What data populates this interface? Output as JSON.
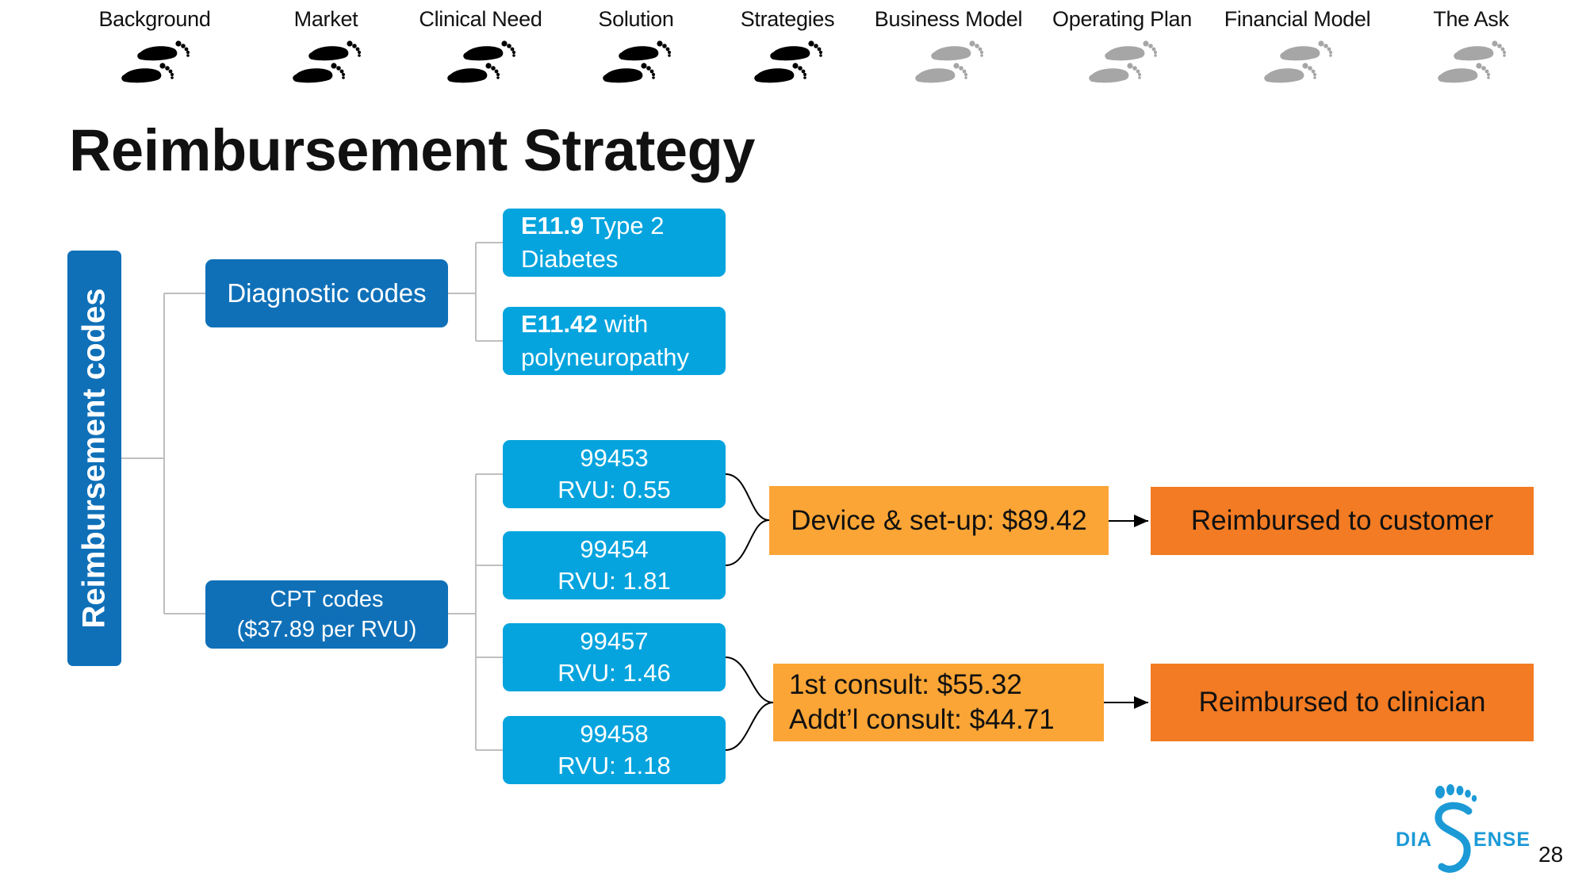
{
  "nav": {
    "steps": [
      {
        "label": "Background",
        "state": "done"
      },
      {
        "label": "Market",
        "state": "done"
      },
      {
        "label": "Clinical Need",
        "state": "done"
      },
      {
        "label": "Solution",
        "state": "done"
      },
      {
        "label": "Strategies",
        "state": "done"
      },
      {
        "label": "Business Model",
        "state": "upcoming"
      },
      {
        "label": "Operating Plan",
        "state": "upcoming"
      },
      {
        "label": "Financial Model",
        "state": "upcoming"
      },
      {
        "label": "The Ask",
        "state": "upcoming"
      }
    ],
    "done_color": "#000000",
    "upcoming_color": "#a6a6a6",
    "icon": "footprints-icon"
  },
  "title": "Reimbursement Strategy",
  "diagram": {
    "root": {
      "label": "Reimbursement codes"
    },
    "diagnostic": {
      "label": "Diagnostic codes",
      "codes": [
        {
          "code": "E11.9",
          "desc_line1": "Type 2",
          "desc_line2": "Diabetes"
        },
        {
          "code": "E11.42",
          "desc_line1": "with",
          "desc_line2": "polyneuropathy"
        }
      ]
    },
    "cpt": {
      "label_line1": "CPT codes",
      "label_line2": "($37.89 per RVU)",
      "codes": [
        {
          "code": "99453",
          "rvu": "RVU: 0.55"
        },
        {
          "code": "99454",
          "rvu": "RVU: 1.81"
        },
        {
          "code": "99457",
          "rvu": "RVU: 1.46"
        },
        {
          "code": "99458",
          "rvu": "RVU: 1.18"
        }
      ]
    },
    "device_amount": "Device & set-up: $89.42",
    "consult_amount_line1": "1st consult: $55.32",
    "consult_amount_line2": "Addt’l consult: $44.71",
    "reimbursed_customer": "Reimbursed to customer",
    "reimbursed_clinician": "Reimbursed to clinician",
    "colors": {
      "root": "#0f70b8",
      "category": "#0f70b8",
      "code": "#05a4de",
      "amount": "#fba536",
      "reimbursed": "#f27b23",
      "connector": "#bfbfbf"
    }
  },
  "logo": {
    "left": "DIA",
    "right": "ENSE",
    "icon": "foot-s-logo-icon"
  },
  "page_number": "28"
}
